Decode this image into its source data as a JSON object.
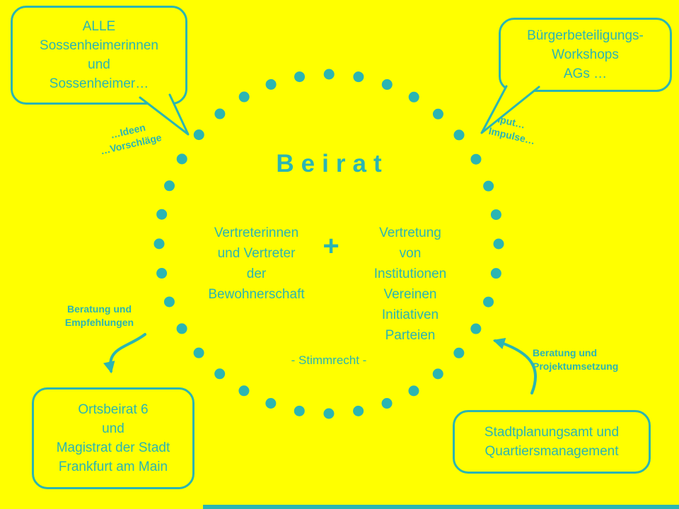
{
  "colors": {
    "background": "#ffff00",
    "accent_teal": "#2bb5b2"
  },
  "center": {
    "title": "Beirat",
    "left_column": [
      "Vertreterinnen",
      "und Vertreter",
      "der",
      "Bewohnerschaft"
    ],
    "plus": "+",
    "right_column": [
      "Vertretung",
      "von",
      "Institutionen",
      "Vereinen",
      "Initiativen",
      "Parteien"
    ],
    "footnote": "- Stimmrecht -"
  },
  "bubbles": {
    "top_left": {
      "lines": [
        "ALLE",
        "Sossenheimerinnen",
        "und",
        "Sossenheimer…"
      ]
    },
    "top_right": {
      "lines": [
        "Bürgerbeteiligungs-",
        "Workshops",
        "AGs …"
      ]
    },
    "bottom_left": {
      "lines": [
        "Ortsbeirat 6",
        "und",
        "Magistrat der Stadt",
        "Frankfurt am Main"
      ]
    },
    "bottom_right": {
      "lines": [
        "Stadtplanungsamt und",
        "Quartiersmanagement"
      ]
    }
  },
  "labels": {
    "ideas": [
      "…Ideen",
      "…Vorschläge"
    ],
    "input": [
      "Input…",
      "Impulse…"
    ],
    "left_arrow": [
      "Beratung und",
      "Empfehlungen"
    ],
    "right_arrow": [
      "Beratung und",
      "Projektumsetzung"
    ]
  },
  "icons": {
    "dotted_circle": "dotted-circle",
    "left_arrow": "curved-arrow-down",
    "right_arrow": "curved-arrow-up"
  }
}
